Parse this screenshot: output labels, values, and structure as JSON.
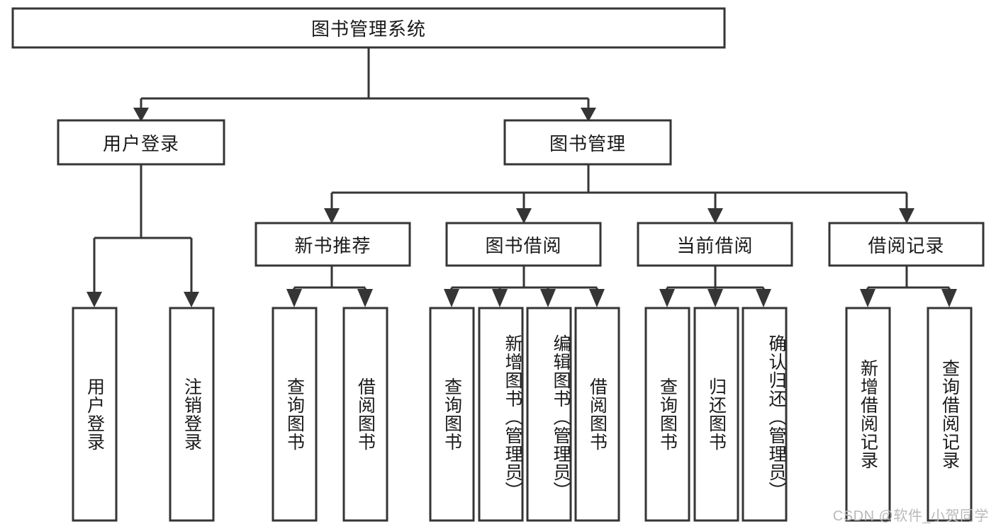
{
  "diagram": {
    "type": "tree",
    "title": "图书管理系统",
    "watermark": "CSDN @软件_小贺同学",
    "nodes": {
      "root": {
        "label": "图书管理系统",
        "level": 1,
        "orientation": "horizontal"
      },
      "l2_user_login": {
        "label": "用户登录",
        "level": 2,
        "orientation": "horizontal"
      },
      "l2_book_manage": {
        "label": "图书管理",
        "level": 2,
        "orientation": "horizontal"
      },
      "l3_new_book_rec": {
        "label": "新书推荐",
        "level": 3,
        "orientation": "horizontal"
      },
      "l3_book_borrow": {
        "label": "图书借阅",
        "level": 3,
        "orientation": "horizontal"
      },
      "l3_current_borrow": {
        "label": "当前借阅",
        "level": 3,
        "orientation": "horizontal"
      },
      "l3_borrow_record": {
        "label": "借阅记录",
        "level": 3,
        "orientation": "horizontal"
      },
      "l4_user_login": {
        "label": "用户登录",
        "level": 4,
        "orientation": "vertical"
      },
      "l4_logout_login": {
        "label": "注销登录",
        "level": 4,
        "orientation": "vertical"
      },
      "l4_query_book_a": {
        "label": "查询图书",
        "level": 4,
        "orientation": "vertical"
      },
      "l4_borrow_book_a": {
        "label": "借阅图书",
        "level": 4,
        "orientation": "vertical"
      },
      "l4_query_book_b": {
        "label": "查询图书",
        "level": 4,
        "orientation": "vertical"
      },
      "l4_add_book": {
        "label": "新增图书（管理员）",
        "level": 4,
        "orientation": "vertical"
      },
      "l4_edit_book": {
        "label": "编辑图书（管理员）",
        "level": 4,
        "orientation": "vertical"
      },
      "l4_borrow_book_b": {
        "label": "借阅图书",
        "level": 4,
        "orientation": "vertical"
      },
      "l4_query_book_c": {
        "label": "查询图书",
        "level": 4,
        "orientation": "vertical"
      },
      "l4_return_book": {
        "label": "归还图书",
        "level": 4,
        "orientation": "vertical"
      },
      "l4_confirm_return": {
        "label": "确认归还（管理员）",
        "level": 4,
        "orientation": "vertical"
      },
      "l4_add_record": {
        "label": "新增借阅记录",
        "level": 4,
        "orientation": "vertical"
      },
      "l4_query_record": {
        "label": "查询借阅记录",
        "level": 4,
        "orientation": "vertical"
      }
    },
    "hierarchy": [
      {
        "id": "root",
        "label": "图书管理系统",
        "children": [
          {
            "id": "l2_user_login",
            "label": "用户登录",
            "children": [
              {
                "id": "l4_user_login",
                "label": "用户登录",
                "children": []
              },
              {
                "id": "l4_logout_login",
                "label": "注销登录",
                "children": []
              }
            ]
          },
          {
            "id": "l2_book_manage",
            "label": "图书管理",
            "children": [
              {
                "id": "l3_new_book_rec",
                "label": "新书推荐",
                "children": [
                  {
                    "id": "l4_query_book_a",
                    "label": "查询图书",
                    "children": []
                  },
                  {
                    "id": "l4_borrow_book_a",
                    "label": "借阅图书",
                    "children": []
                  }
                ]
              },
              {
                "id": "l3_book_borrow",
                "label": "图书借阅",
                "children": [
                  {
                    "id": "l4_query_book_b",
                    "label": "查询图书",
                    "children": []
                  },
                  {
                    "id": "l4_add_book",
                    "label": "新增图书（管理员）",
                    "children": []
                  },
                  {
                    "id": "l4_edit_book",
                    "label": "编辑图书（管理员）",
                    "children": []
                  },
                  {
                    "id": "l4_borrow_book_b",
                    "label": "借阅图书",
                    "children": []
                  }
                ]
              },
              {
                "id": "l3_current_borrow",
                "label": "当前借阅",
                "children": [
                  {
                    "id": "l4_query_book_c",
                    "label": "查询图书",
                    "children": []
                  },
                  {
                    "id": "l4_return_book",
                    "label": "归还图书",
                    "children": []
                  },
                  {
                    "id": "l4_confirm_return",
                    "label": "确认归还（管理员）",
                    "children": []
                  }
                ]
              },
              {
                "id": "l3_borrow_record",
                "label": "借阅记录",
                "children": [
                  {
                    "id": "l4_add_record",
                    "label": "新增借阅记录",
                    "children": []
                  },
                  {
                    "id": "l4_query_record",
                    "label": "查询借阅记录",
                    "children": []
                  }
                ]
              }
            ]
          }
        ]
      }
    ],
    "colors": {
      "box_stroke": "#353535",
      "box_fill": "#ffffff",
      "text": "#1a1a1a",
      "line": "#353535",
      "background": "#ffffff",
      "watermark": "#b9b9b9"
    }
  }
}
